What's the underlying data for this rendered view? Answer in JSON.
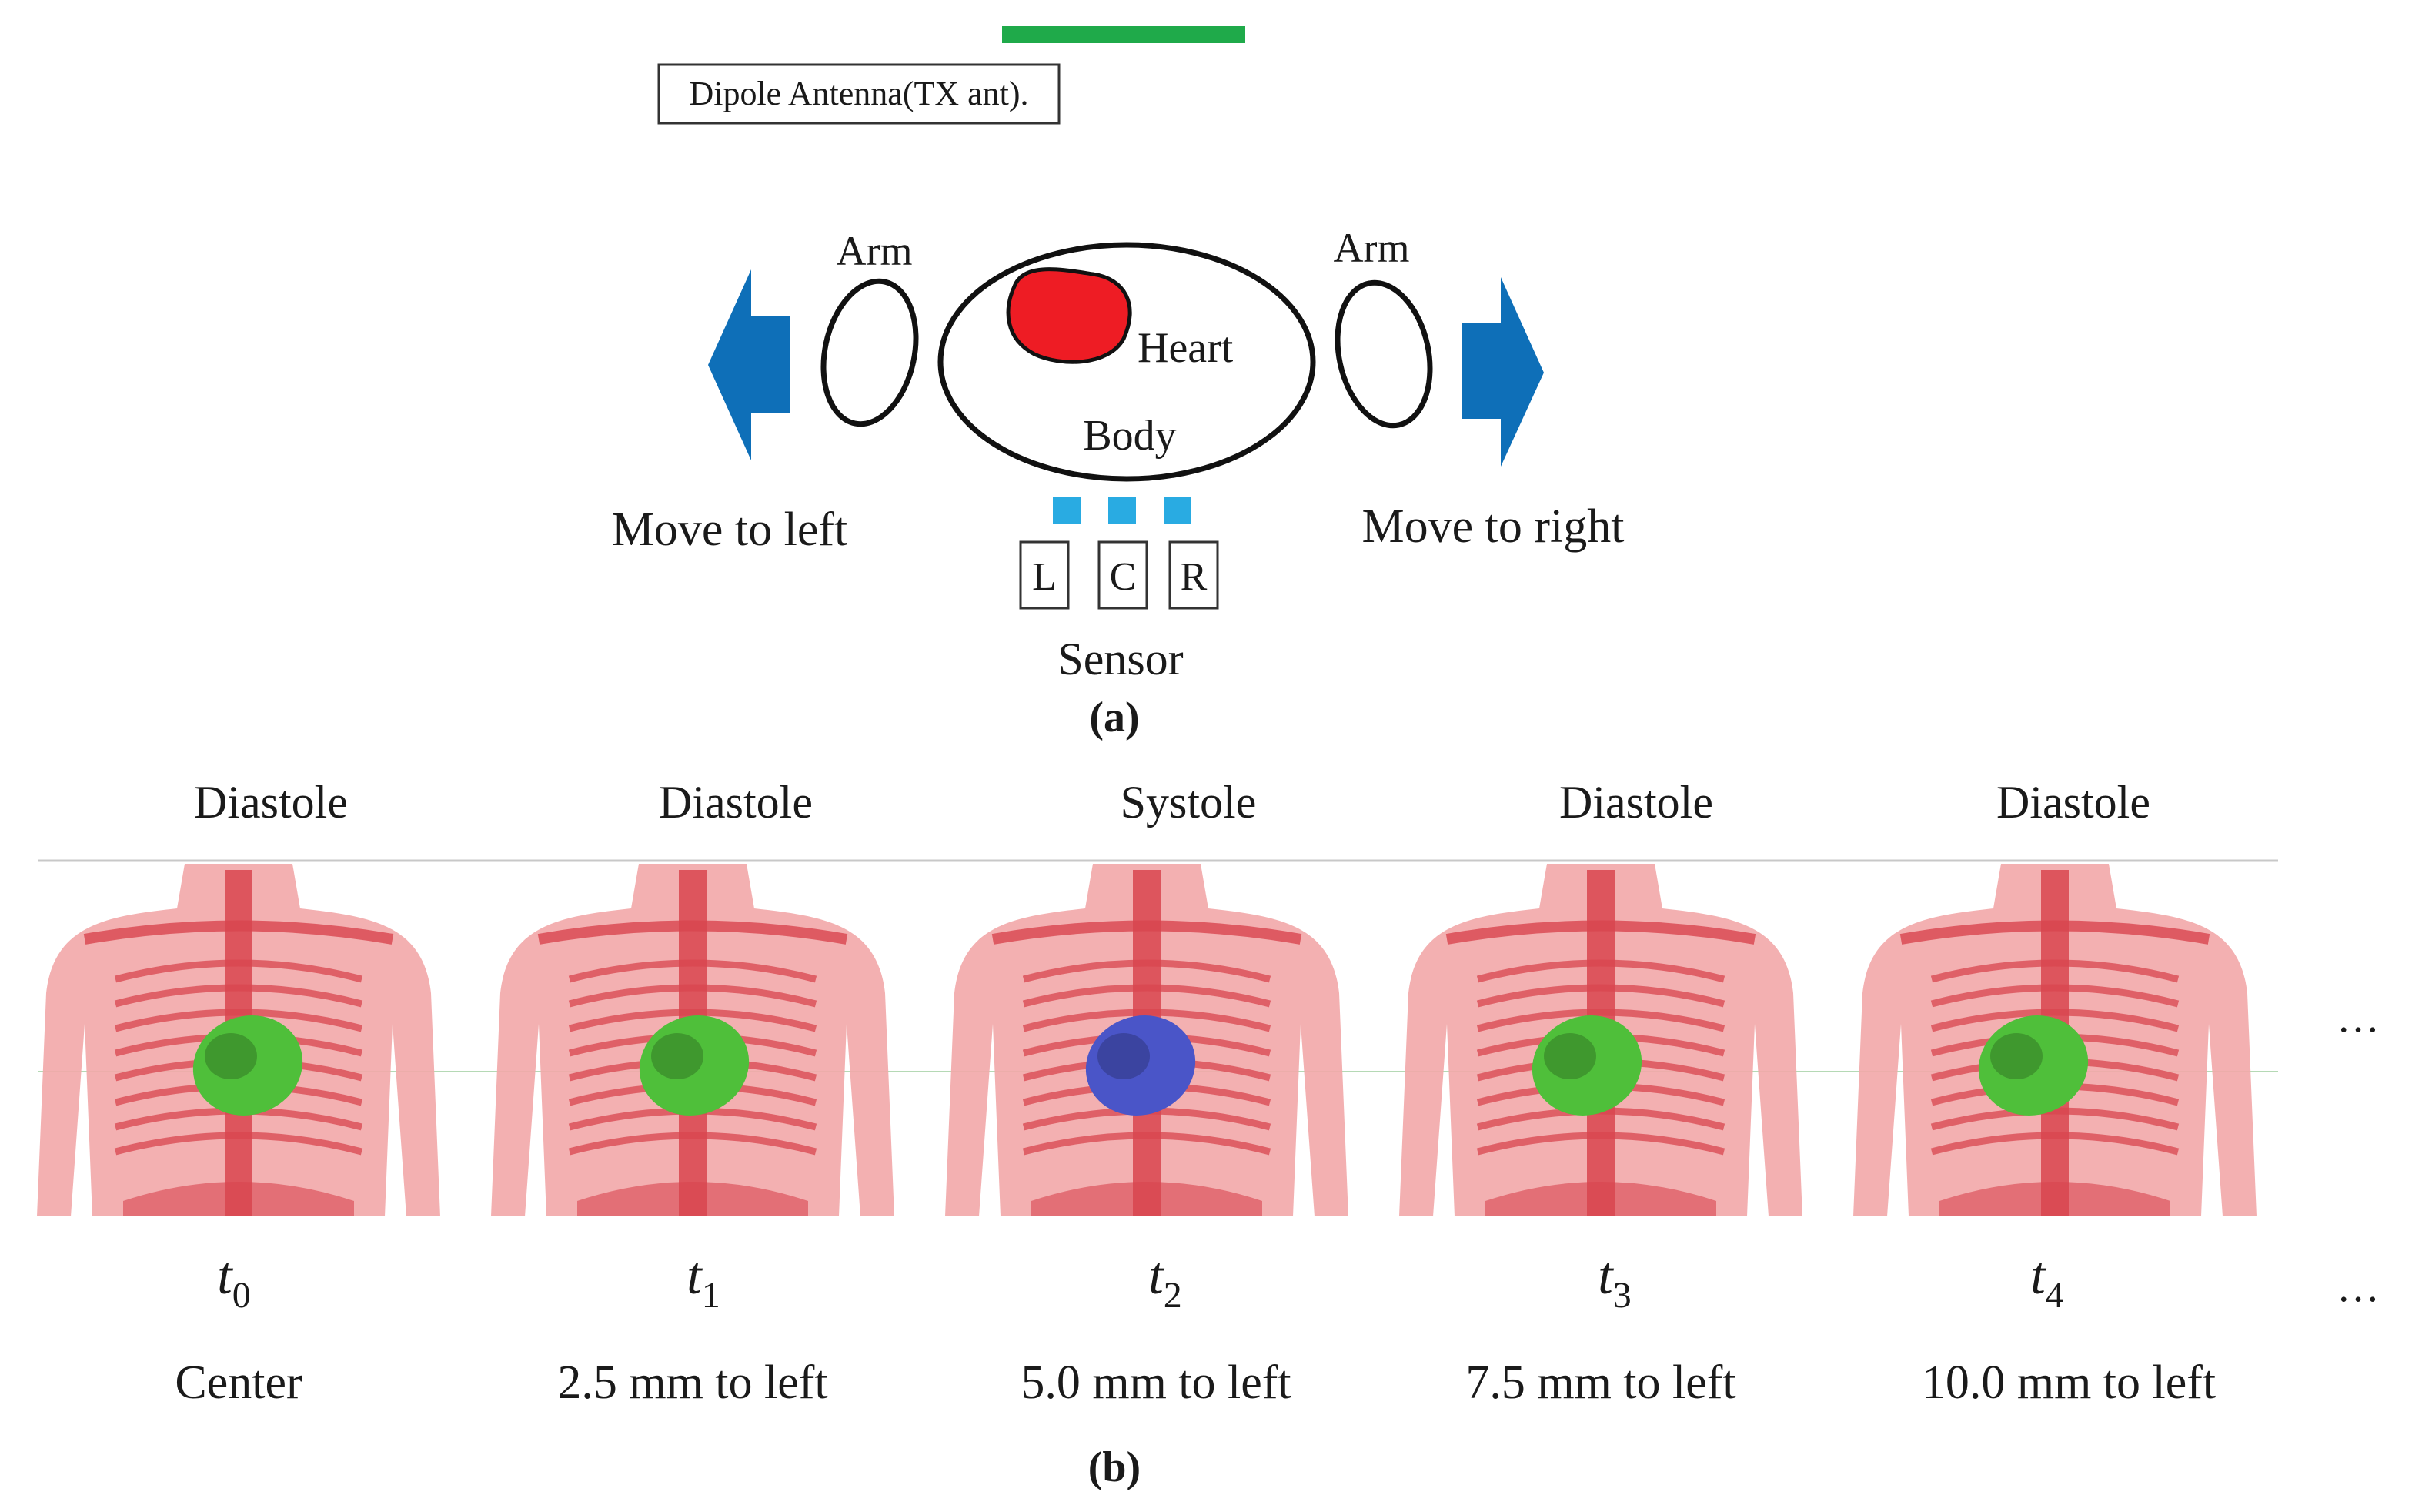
{
  "panel_a": {
    "antenna_label": "Dipole Antenna(TX ant).",
    "left_arm_label": "Arm",
    "right_arm_label": "Arm",
    "heart_label": "Heart",
    "body_label": "Body",
    "move_left_label": "Move to left",
    "move_right_label": "Move to right",
    "sensors": [
      "L",
      "C",
      "R"
    ],
    "sensor_label": "Sensor",
    "caption": "(a)",
    "colors": {
      "antenna": "#1faa4a",
      "heart": "#ee1c24",
      "arrow": "#0e6fb8",
      "sensor": "#29abe2"
    }
  },
  "panel_b": {
    "frames": [
      {
        "phase": "Diastole",
        "time": "t",
        "sub": "0",
        "position": "Center",
        "heart_color": "#4fbf3a"
      },
      {
        "phase": "Diastole",
        "time": "t",
        "sub": "1",
        "position": "2.5 mm to left",
        "heart_color": "#4fbf3a"
      },
      {
        "phase": "Systole",
        "time": "t",
        "sub": "2",
        "position": "5.0 mm to left",
        "heart_color": "#4a55c8"
      },
      {
        "phase": "Diastole",
        "time": "t",
        "sub": "3",
        "position": "7.5 mm to left",
        "heart_color": "#4fbf3a"
      },
      {
        "phase": "Diastole",
        "time": "t",
        "sub": "4",
        "position": "10.0 mm to left",
        "heart_color": "#4fbf3a"
      }
    ],
    "ellipsis": "…",
    "caption": "(b)"
  }
}
